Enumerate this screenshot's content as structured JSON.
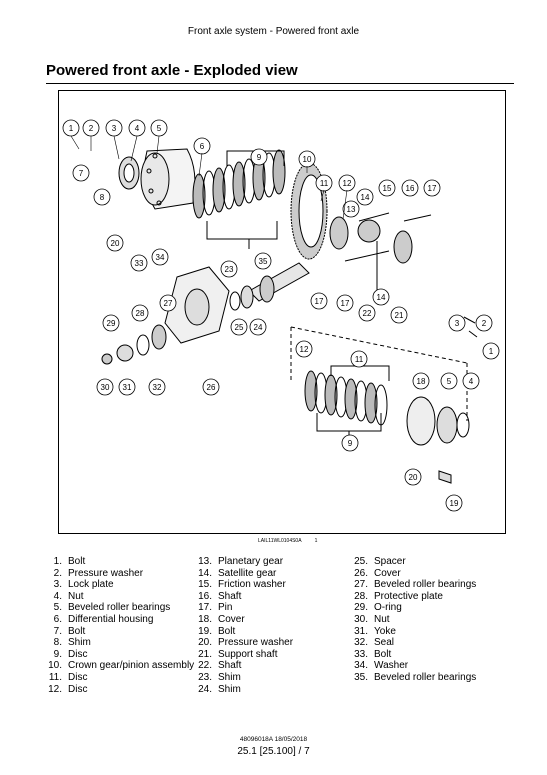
{
  "header": {
    "running_title": "Front axle system - Powered front axle"
  },
  "page_title": "Powered front axle - Exploded view",
  "figure": {
    "code": "LAIL11WL0104S0A",
    "index": "1"
  },
  "callouts": [
    "1",
    "2",
    "3",
    "4",
    "5",
    "6",
    "7",
    "8",
    "9",
    "10",
    "11",
    "12",
    "13",
    "14",
    "15",
    "16",
    "17",
    "20",
    "33",
    "34",
    "23",
    "35",
    "28",
    "27",
    "29",
    "25",
    "24",
    "30",
    "31",
    "32",
    "26",
    "17",
    "17",
    "22",
    "21",
    "14",
    "3",
    "2",
    "1",
    "12",
    "11",
    "18",
    "5",
    "4",
    "9",
    "20",
    "19"
  ],
  "legend": [
    [
      "1.",
      "Bolt"
    ],
    [
      "2.",
      "Pressure washer"
    ],
    [
      "3.",
      "Lock plate"
    ],
    [
      "4.",
      "Nut"
    ],
    [
      "5.",
      "Beveled roller bearings"
    ],
    [
      "6.",
      "Differential housing"
    ],
    [
      "7.",
      "Bolt"
    ],
    [
      "8.",
      "Shim"
    ],
    [
      "9.",
      "Disc"
    ],
    [
      "10.",
      "Crown gear/pinion assembly"
    ],
    [
      "11.",
      "Disc"
    ],
    [
      "12.",
      "Disc"
    ],
    [
      "13.",
      "Planetary gear"
    ],
    [
      "14.",
      "Satellite gear"
    ],
    [
      "15.",
      "Friction washer"
    ],
    [
      "16.",
      "Shaft"
    ],
    [
      "17.",
      "Pin"
    ],
    [
      "18.",
      "Cover"
    ],
    [
      "19.",
      "Bolt"
    ],
    [
      "20.",
      "Pressure washer"
    ],
    [
      "21.",
      "Support shaft"
    ],
    [
      "22.",
      "Shaft"
    ],
    [
      "23.",
      "Shim"
    ],
    [
      "24.",
      "Shim"
    ],
    [
      "25.",
      "Spacer"
    ],
    [
      "26.",
      "Cover"
    ],
    [
      "27.",
      "Beveled roller bearings"
    ],
    [
      "28.",
      "Protective plate"
    ],
    [
      "29.",
      "O-ring"
    ],
    [
      "30.",
      "Nut"
    ],
    [
      "31.",
      "Yoke"
    ],
    [
      "32.",
      "Seal"
    ],
    [
      "33.",
      "Bolt"
    ],
    [
      "34.",
      "Washer"
    ],
    [
      "35.",
      "Beveled roller bearings"
    ]
  ],
  "footer": {
    "meta": "48096018A 18/05/2018",
    "page": "25.1 [25.100] / 7"
  }
}
